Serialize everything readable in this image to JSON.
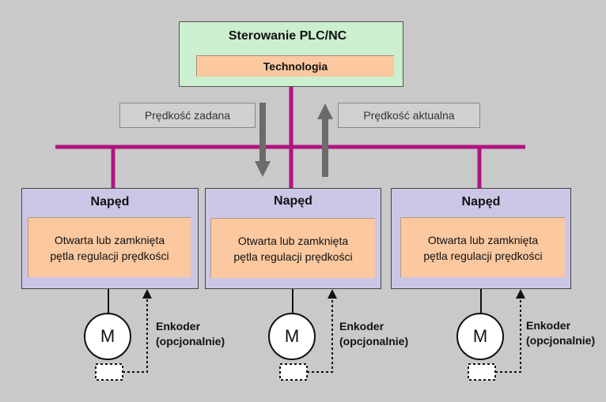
{
  "plc": {
    "title": "Sterowanie PLC/NC",
    "technology": "Technologia"
  },
  "signals": {
    "setpoint": "Prędkość zadana",
    "actual": "Prędkość aktualna"
  },
  "drives": [
    {
      "title": "Napęd",
      "loop_line1": "Otwarta lub zamknięta",
      "loop_line2": "pętla regulacji prędkości",
      "motor": "M",
      "encoder_line1": "Enkoder",
      "encoder_line2": "(opcjonalnie)"
    },
    {
      "title": "Napęd",
      "loop_line1": "Otwarta lub zamknięta",
      "loop_line2": "pętla regulacji prędkości",
      "motor": "M",
      "encoder_line1": "Enkoder",
      "encoder_line2": "(opcjonalnie)"
    },
    {
      "title": "Napęd",
      "loop_line1": "Otwarta lub zamknięta",
      "loop_line2": "pętla regulacji prędkości",
      "motor": "M",
      "encoder_line1": "Enkoder",
      "encoder_line2": "(opcjonalnie)"
    }
  ],
  "colors": {
    "bus": "#b0157f",
    "arrow": "#6b6b6b"
  }
}
